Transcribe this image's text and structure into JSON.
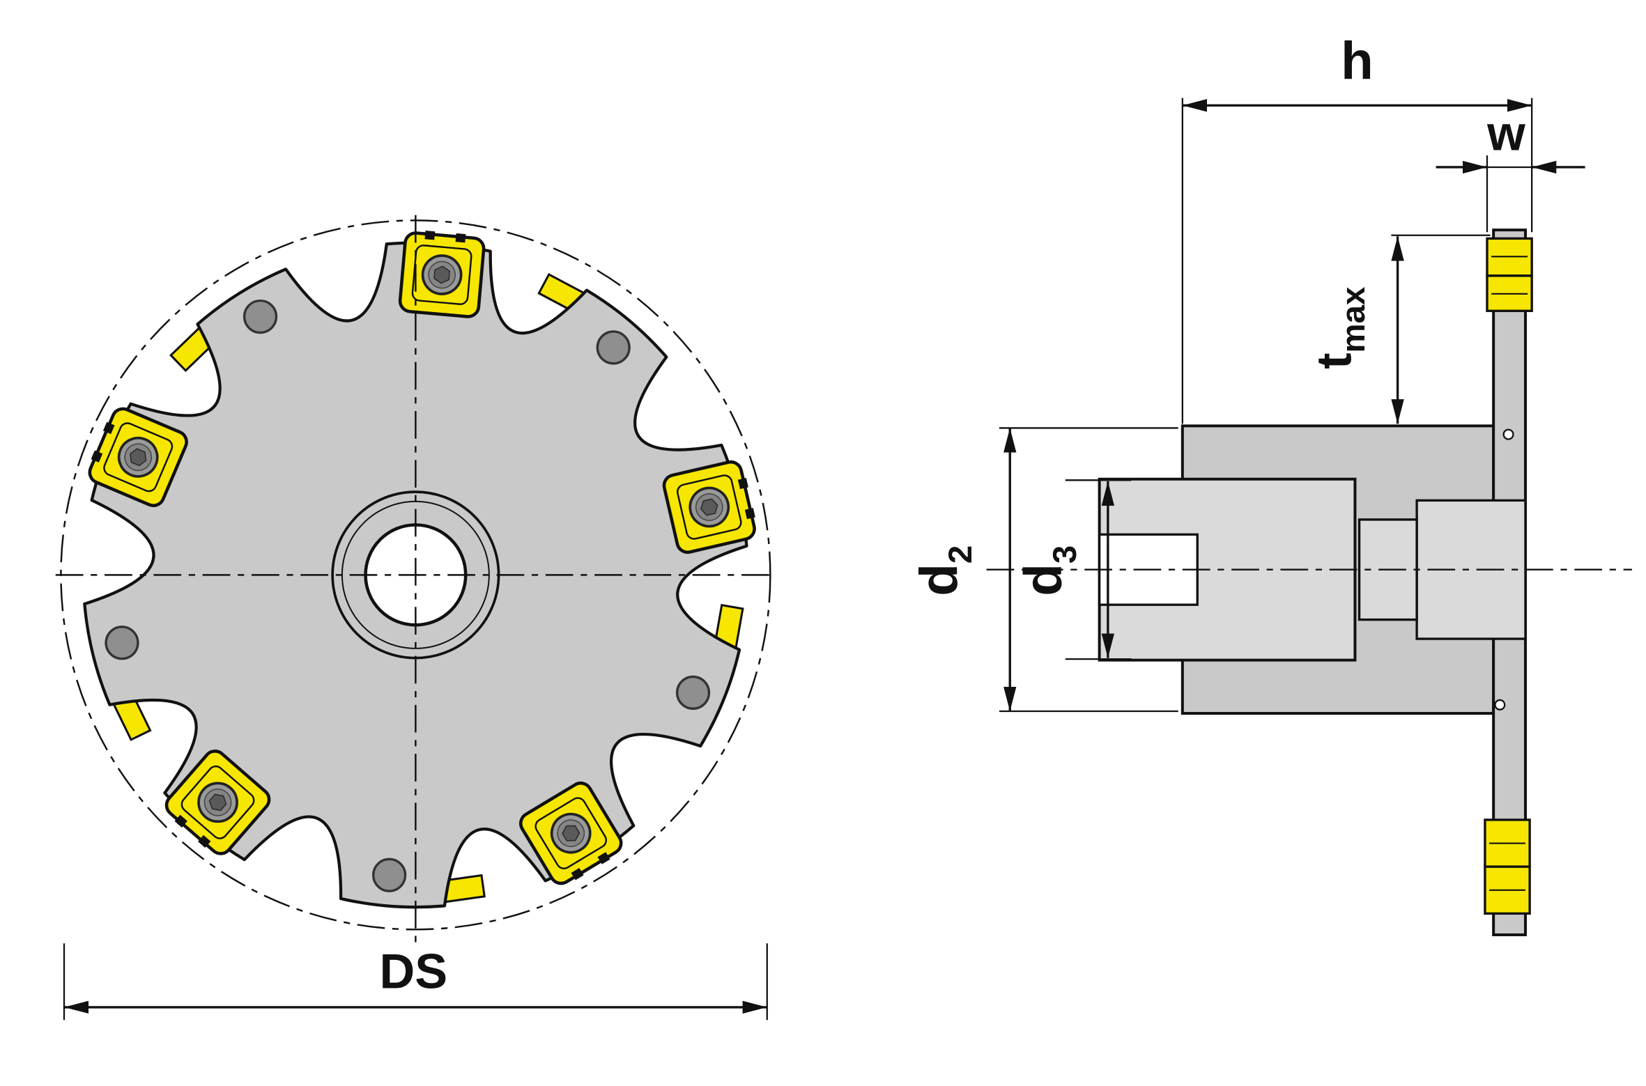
{
  "drawing": {
    "labels": {
      "diameter_ds": "DS",
      "width_h": "h",
      "insert_width_w": "w",
      "depth_t_base": "t",
      "depth_t_sub": "max",
      "d2_base": "d",
      "d2_sub": "2",
      "d3_base": "d",
      "d3_sub": "3"
    },
    "colors": {
      "insert_yellow": "#f6e600",
      "body_gray": "#c9c9c9",
      "hub_gray": "#dadada",
      "screw_gray": "#8f8f8f",
      "line_black": "#111111",
      "background": "#ffffff"
    }
  }
}
